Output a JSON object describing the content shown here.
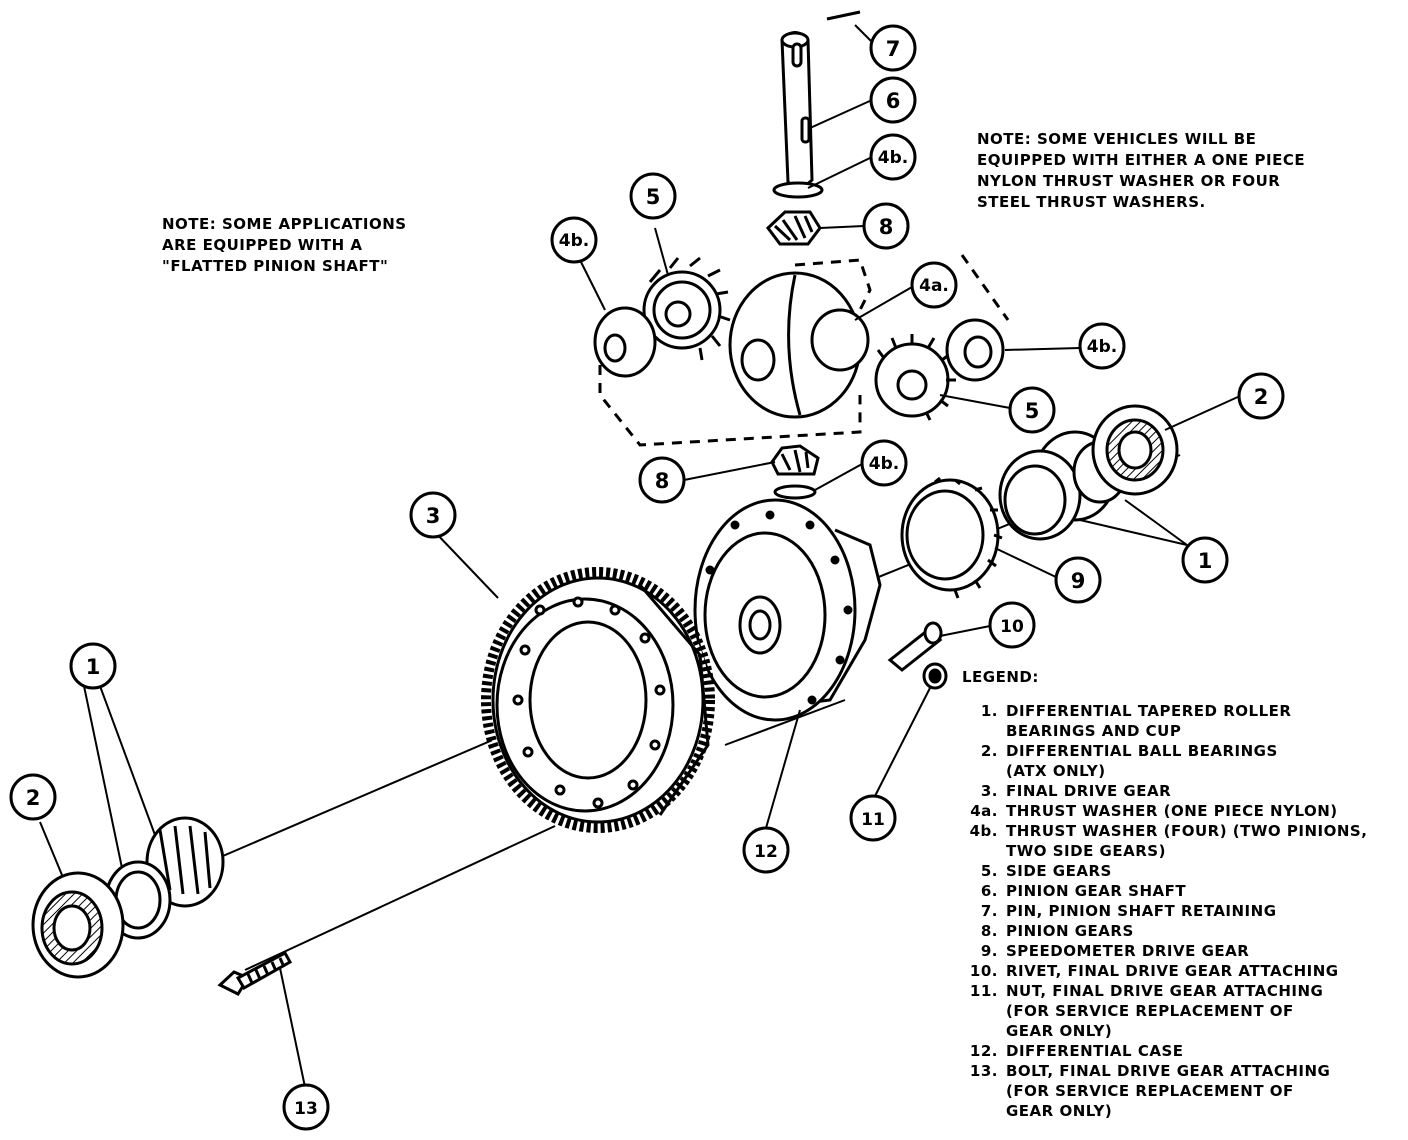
{
  "notes": {
    "left": [
      "NOTE:  SOME APPLICATIONS",
      "ARE EQUIPPED WITH A",
      "\"FLATTED PINION SHAFT\""
    ],
    "right": [
      "NOTE:  SOME VEHICLES WILL BE",
      "EQUIPPED WITH EITHER A ONE PIECE",
      "NYLON THRUST WASHER OR FOUR",
      "STEEL THRUST WASHERS."
    ]
  },
  "legend": {
    "title": "LEGEND:",
    "items": [
      {
        "num": "1.",
        "lines": [
          "DIFFERENTIAL TAPERED ROLLER",
          "BEARINGS AND CUP"
        ]
      },
      {
        "num": "2.",
        "lines": [
          "DIFFERENTIAL BALL BEARINGS",
          "(ATX ONLY)"
        ]
      },
      {
        "num": "3.",
        "lines": [
          "FINAL DRIVE GEAR"
        ]
      },
      {
        "num": "4a.",
        "lines": [
          "THRUST WASHER (ONE PIECE NYLON)"
        ]
      },
      {
        "num": "4b.",
        "lines": [
          "THRUST WASHER (FOUR) (TWO PINIONS,",
          "TWO SIDE GEARS)"
        ]
      },
      {
        "num": "5.",
        "lines": [
          "SIDE GEARS"
        ]
      },
      {
        "num": "6.",
        "lines": [
          "PINION GEAR SHAFT"
        ]
      },
      {
        "num": "7.",
        "lines": [
          "PIN, PINION SHAFT RETAINING"
        ]
      },
      {
        "num": "8.",
        "lines": [
          "PINION GEARS"
        ]
      },
      {
        "num": "9.",
        "lines": [
          "SPEEDOMETER DRIVE GEAR"
        ]
      },
      {
        "num": "10.",
        "lines": [
          "RIVET, FINAL DRIVE GEAR ATTACHING"
        ]
      },
      {
        "num": "11.",
        "lines": [
          "NUT, FINAL DRIVE GEAR ATTACHING",
          "(FOR SERVICE REPLACEMENT OF",
          "GEAR ONLY)"
        ]
      },
      {
        "num": "12.",
        "lines": [
          "DIFFERENTIAL CASE"
        ]
      },
      {
        "num": "13.",
        "lines": [
          "BOLT, FINAL DRIVE GEAR ATTACHING",
          "(FOR SERVICE REPLACEMENT OF",
          "GEAR ONLY)"
        ]
      }
    ]
  },
  "callouts": {
    "c7": "7",
    "c6": "6",
    "c4b_top": "4b.",
    "c8_top": "8",
    "c5_top": "5",
    "c4b_left": "4b.",
    "c4a": "4a.",
    "c4b_right": "4b.",
    "c5_right": "5",
    "c2_right": "2",
    "c8_bottom": "8",
    "c4b_lower": "4b.",
    "c3": "3",
    "c1_right": "1",
    "c9": "9",
    "c10": "10",
    "c1_left": "1",
    "c2_left": "2",
    "c11": "11",
    "c12": "12",
    "c13": "13"
  }
}
